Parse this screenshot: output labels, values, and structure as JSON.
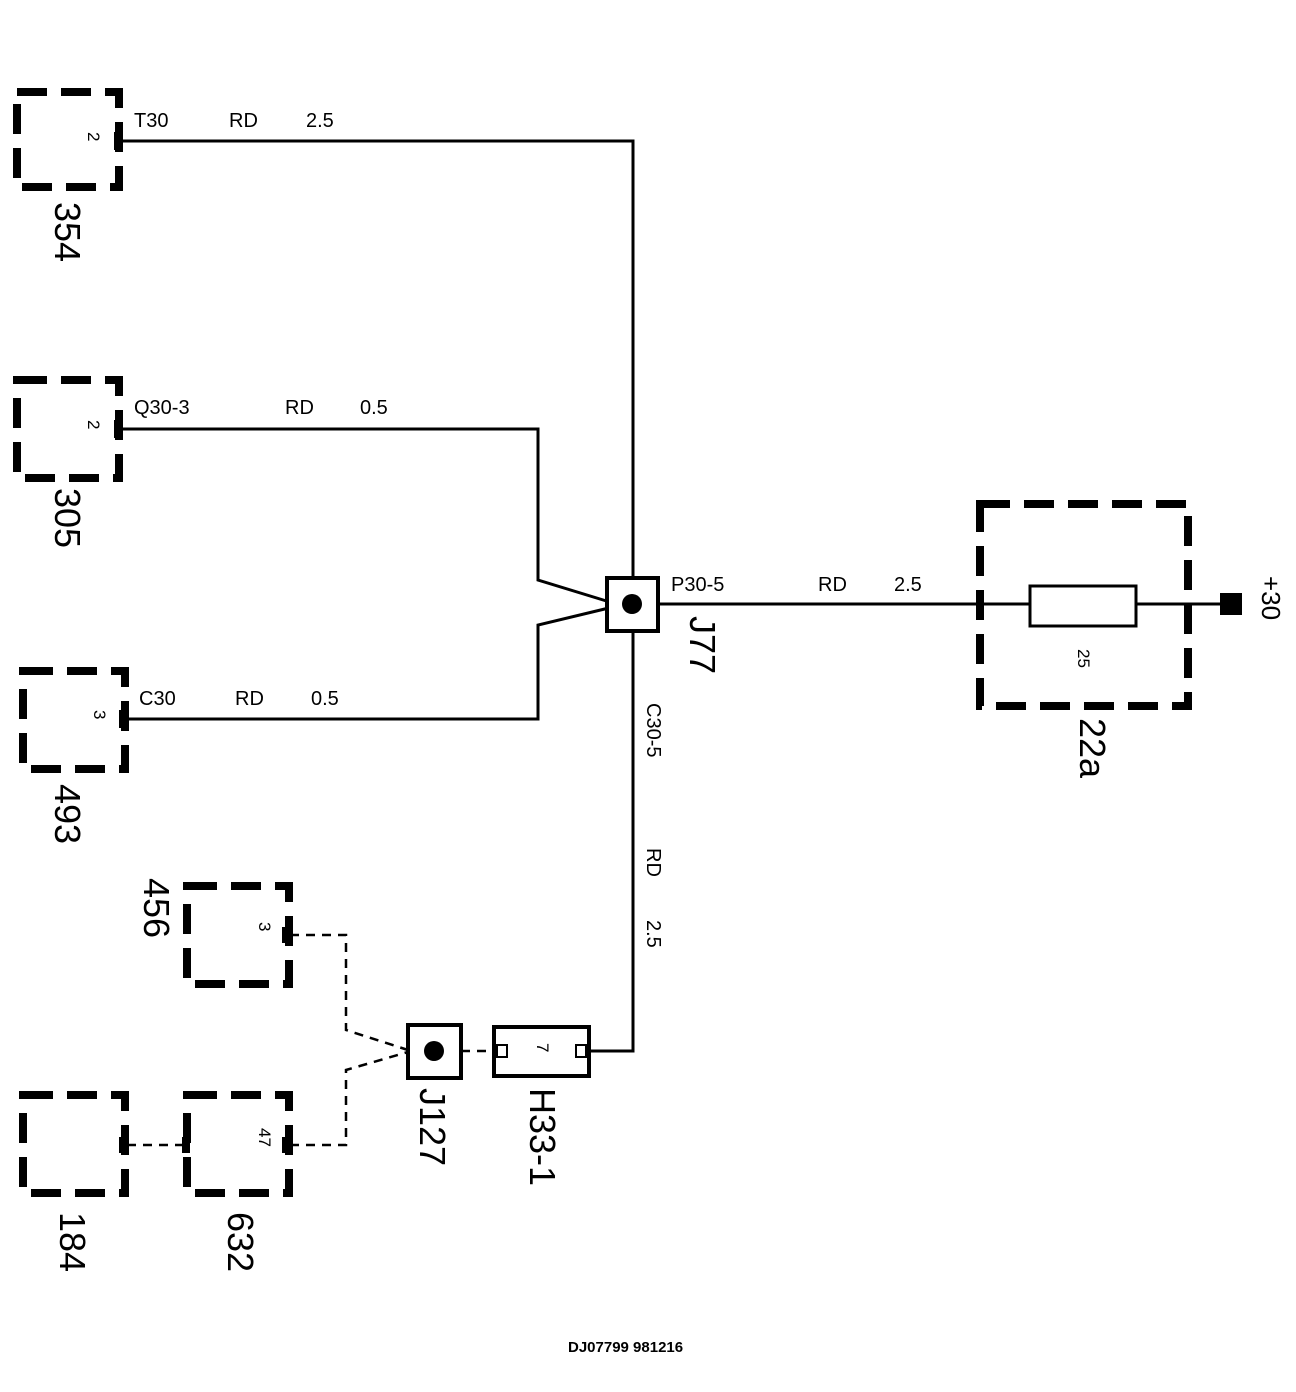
{
  "components": {
    "c354": {
      "id": "354",
      "pin": "2"
    },
    "c305": {
      "id": "305",
      "pin": "2"
    },
    "c493": {
      "id": "493",
      "pin": "3"
    },
    "c456": {
      "id": "456",
      "pin": "3"
    },
    "c632": {
      "id": "632",
      "pin": "47"
    },
    "c184": {
      "id": "184"
    },
    "fuse": {
      "id": "22a",
      "rating": "25"
    }
  },
  "wires": {
    "t30": {
      "code": "T30",
      "color": "RD",
      "size": "2.5"
    },
    "q30": {
      "code": "Q30-3",
      "color": "RD",
      "size": "0.5"
    },
    "c30": {
      "code": "C30",
      "color": "RD",
      "size": "0.5"
    },
    "p30": {
      "code": "P30-5",
      "color": "RD",
      "size": "2.5"
    },
    "c305": {
      "code": "C30-5",
      "color": "RD",
      "size": "2.5"
    }
  },
  "splices": {
    "j77": "J77",
    "j127": "J127"
  },
  "connector": {
    "id": "H33-1",
    "pin": "7"
  },
  "terminal": {
    "label": "+30"
  },
  "footer": "DJ07799 981216"
}
